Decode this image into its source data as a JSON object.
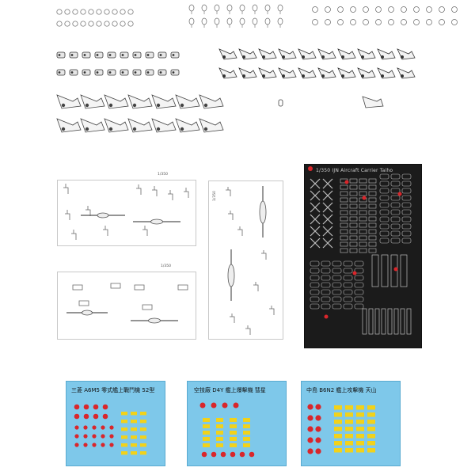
{
  "photo_etch": {
    "title": "1/350 IJN Aircraft Carrier Taiho"
  },
  "sprue_scale_labels": [
    "1/350",
    "1/350",
    "1/350"
  ],
  "decals": [
    {
      "title": "三菱  A6M5  零式艦上戰鬥機  52型"
    },
    {
      "title": "空技廠  D4Y  艦上爆擊機  彗星"
    },
    {
      "title": "中島  B6N2  艦上攻擊機  天山"
    }
  ],
  "colors": {
    "background": "#ffffff",
    "part_stroke": "#666666",
    "photo_etch_sheet": "#1b1b1b",
    "photo_etch_parts": "#bfbfbf",
    "decal_sheet": "#7ec8ea",
    "hinomaru_red": "#d9262b",
    "marking_yellow": "#f2d21a"
  }
}
